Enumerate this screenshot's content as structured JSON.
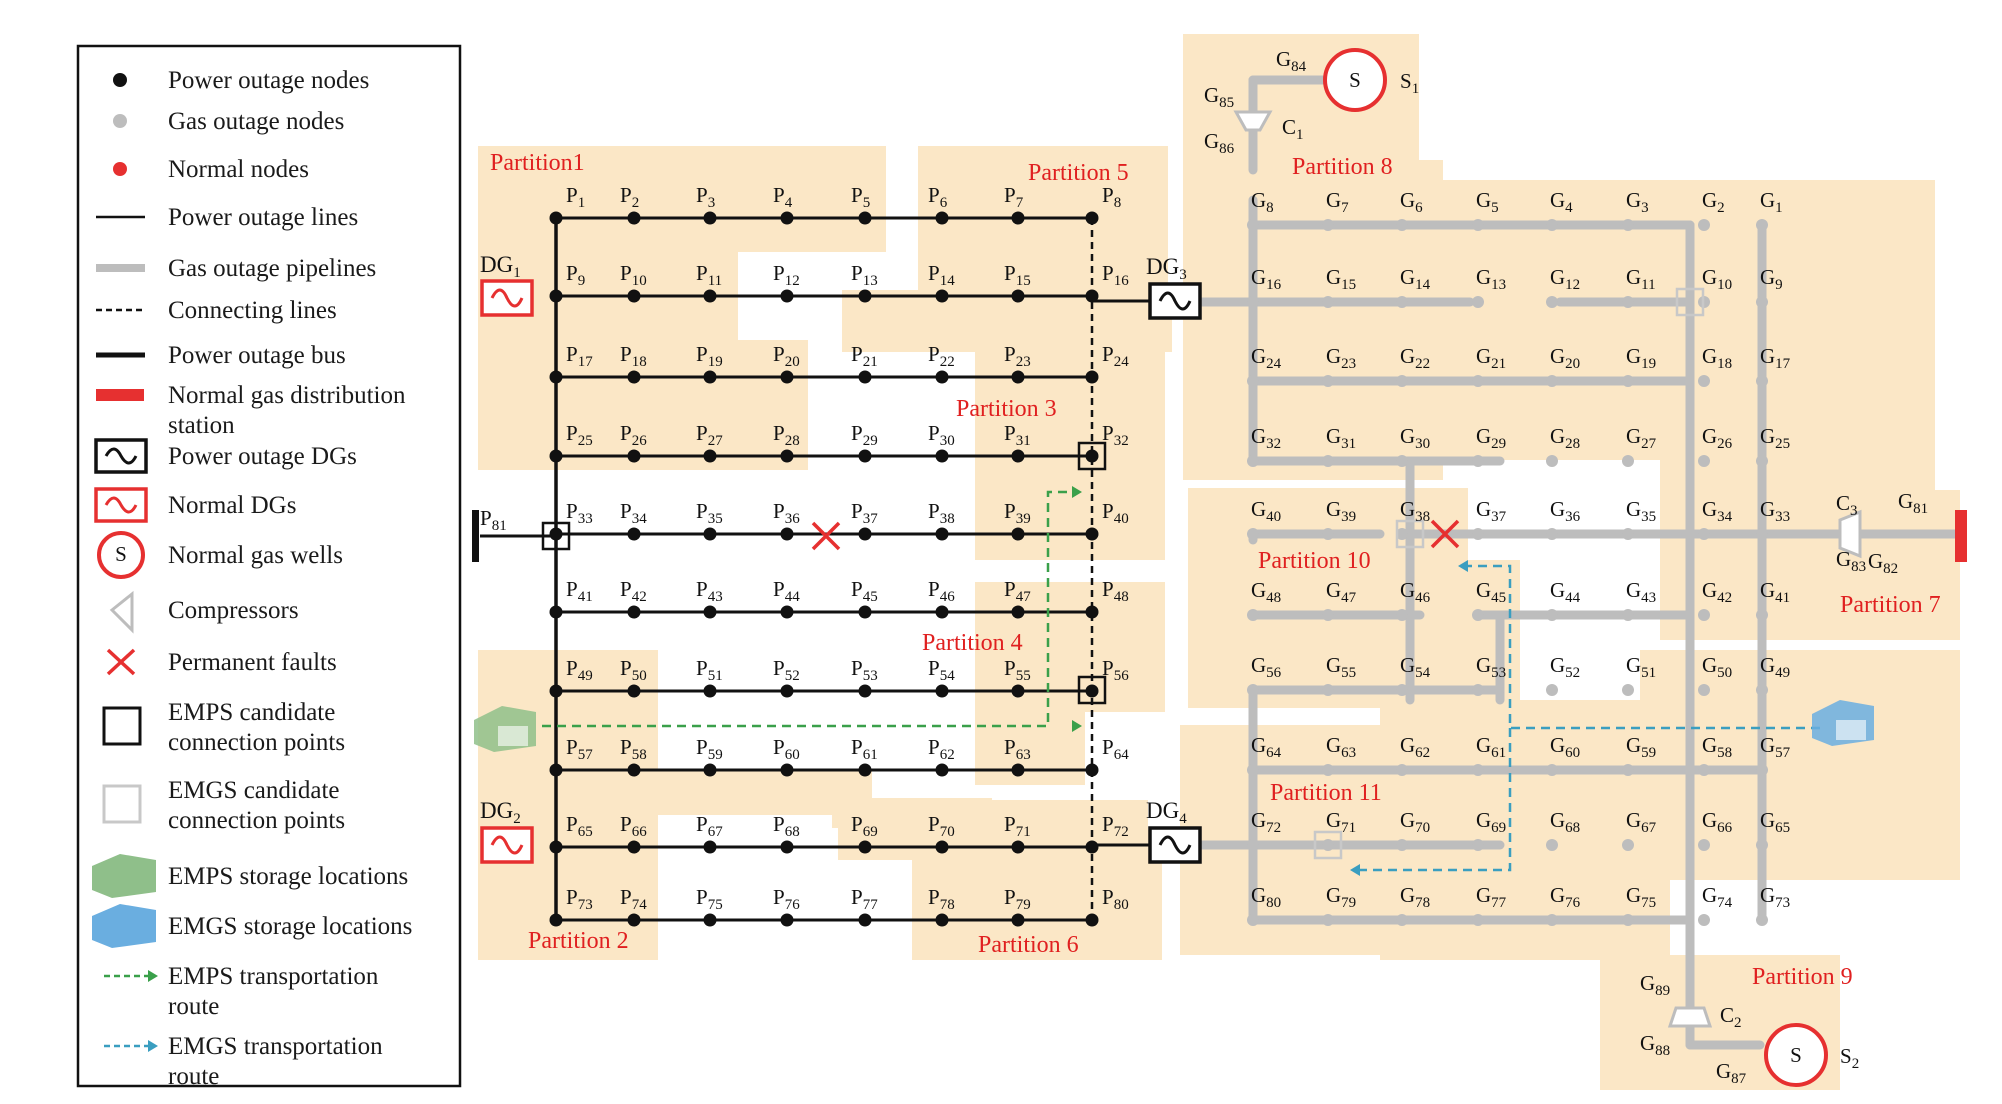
{
  "legend": {
    "items": [
      {
        "key": "power_outage_nodes",
        "lines": [
          "Power outage nodes"
        ]
      },
      {
        "key": "gas_outage_nodes",
        "lines": [
          "Gas outage nodes"
        ]
      },
      {
        "key": "normal_nodes",
        "lines": [
          "Normal nodes"
        ]
      },
      {
        "key": "power_outage_lines",
        "lines": [
          "Power outage lines"
        ]
      },
      {
        "key": "gas_outage_pipelines",
        "lines": [
          "Gas outage pipelines"
        ]
      },
      {
        "key": "connecting_lines",
        "lines": [
          "Connecting lines"
        ]
      },
      {
        "key": "power_outage_bus",
        "lines": [
          "Power outage bus"
        ]
      },
      {
        "key": "normal_gas_station",
        "lines": [
          "Normal gas distribution",
          "station"
        ]
      },
      {
        "key": "power_outage_dgs",
        "lines": [
          "Power outage DGs"
        ]
      },
      {
        "key": "normal_dgs",
        "lines": [
          "Normal DGs"
        ]
      },
      {
        "key": "normal_gas_wells",
        "lines": [
          "Normal gas wells"
        ]
      },
      {
        "key": "compressors",
        "lines": [
          "Compressors"
        ]
      },
      {
        "key": "permanent_faults",
        "lines": [
          "Permanent faults"
        ]
      },
      {
        "key": "emps_candidate",
        "lines": [
          "EMPS candidate",
          "connection points"
        ]
      },
      {
        "key": "emgs_candidate",
        "lines": [
          "EMGS candidate",
          "connection points"
        ]
      },
      {
        "key": "emps_storage",
        "lines": [
          "EMPS storage locations"
        ]
      },
      {
        "key": "emgs_storage",
        "lines": [
          "EMGS storage locations"
        ]
      },
      {
        "key": "emps_route",
        "lines": [
          "EMPS transportation",
          "route"
        ]
      },
      {
        "key": "emgs_route",
        "lines": [
          "EMGS transportation",
          "route"
        ]
      }
    ]
  },
  "partitions": [
    "Partition1",
    "Partition 2",
    "Partition 3",
    "Partition 4",
    "Partition 5",
    "Partition 6",
    "Partition 7",
    "Partition 8",
    "Partition 9",
    "Partition 10",
    "Partition 11"
  ],
  "dgs": {
    "dg1": "DG",
    "dg2": "DG",
    "dg3": "DG",
    "dg4": "DG",
    "sub1": "1",
    "sub2": "2",
    "sub3": "3",
    "sub4": "4"
  },
  "wells": {
    "symbol": "S",
    "s1": "S",
    "s1_sub": "1",
    "s2": "S",
    "s2_sub": "2"
  },
  "compressors": {
    "c1": "C",
    "c1_sub": "1",
    "c2": "C",
    "c2_sub": "2",
    "c3": "C",
    "c3_sub": "3"
  },
  "power_prefix": "P",
  "gas_prefix": "G",
  "colors": {
    "partition_fill": "#fbe7c6",
    "power_line": "#111111",
    "gas_pipe": "#bdbdbd",
    "normal_red": "#e63030",
    "emps_route": "#3aa04a",
    "emgs_route": "#3a9ec0",
    "emps_storage": "#8fbf8a",
    "emgs_storage": "#6aaee0"
  }
}
